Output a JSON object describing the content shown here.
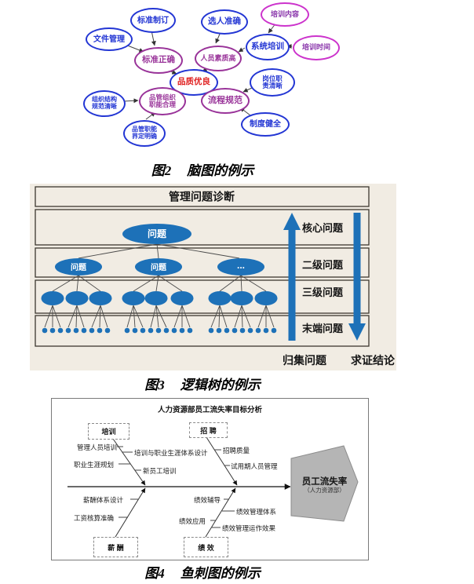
{
  "colors": {
    "mindmap_blue": "#2336d4",
    "mindmap_purple": "#993399",
    "mindmap_magenta": "#cc33cc",
    "mindmap_center_text_red": "#e02020",
    "tree_blue": "#1d71b8",
    "tree_background_beige": "#f1ece3",
    "fishbone_arrow_gray": "#b5b5b5"
  },
  "figure2": {
    "caption_label": "图2",
    "caption_title": "脑图的例示",
    "nodes": [
      {
        "label": "文件管理"
      },
      {
        "label": "标准制订"
      },
      {
        "label": "选人准确"
      },
      {
        "label": "培训内容"
      },
      {
        "label": "系统培训"
      },
      {
        "label": "培训时间"
      },
      {
        "label": "标准正确"
      },
      {
        "label": "人员素质高"
      },
      {
        "label": "品质优良"
      },
      {
        "label": "岗位职\n责清晰"
      },
      {
        "label": "流程规范"
      },
      {
        "label": "制度健全"
      },
      {
        "label": "组织结构\n规范清晰"
      },
      {
        "label": "品管组织\n职能合理"
      },
      {
        "label": "品管职能\n界定明确"
      }
    ]
  },
  "figure3": {
    "caption_label": "图3",
    "caption_title": "逻辑树的例示",
    "header": "管理问题诊断",
    "node_label": "问题",
    "ellipsis": "...",
    "levels": [
      "核心问题",
      "二级问题",
      "三级问题",
      "末端问题"
    ],
    "footer_left": "归集问题",
    "footer_right": "求证结论"
  },
  "figure4": {
    "caption_label": "图4",
    "caption_title": "鱼刺图的例示",
    "title": "人力资源部员工流失率目标分析",
    "categories": {
      "training": "培训",
      "recruiting": "招 聘",
      "salary": "薪 酬",
      "performance": "绩 效"
    },
    "labels": {
      "training_1": "管理人员培训",
      "training_2": "培训与职业生涯体系设计",
      "training_3": "职业生涯规划",
      "training_4": "新员工培训",
      "recruiting_1": "招聘质量",
      "recruiting_2": "试用期人员管理",
      "salary_1": "薪酬体系设计",
      "salary_2": "工资核算准确",
      "performance_1": "绩效辅导",
      "performance_2": "绩效管理体系",
      "performance_3": "绩效应用",
      "performance_4": "绩效管理运作效果"
    },
    "result": {
      "main": "员工流失率",
      "sub": "（人力资源部）"
    }
  }
}
